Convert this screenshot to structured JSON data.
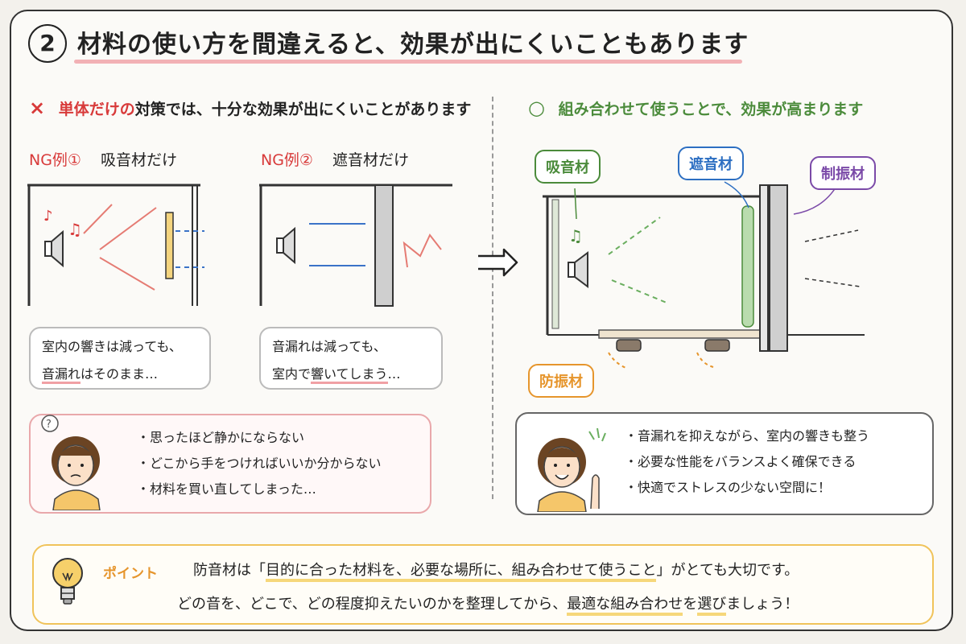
{
  "header": {
    "number": "2",
    "title": "材料の使い方を間違えると、効果が出にくいこともあります"
  },
  "left": {
    "heading_mark": "×",
    "heading_highlight": "単体だけの",
    "heading_rest": "対策では、十分な効果が出にくいことがあります",
    "ex1": {
      "label": "NG例①",
      "name": "吸音材だけ",
      "bubble_line1": "室内の響きは減っても、",
      "bubble_line2_hl": "音漏れ",
      "bubble_line2_rest": "はそのまま…"
    },
    "ex2": {
      "label": "NG例②",
      "name": "遮音材だけ",
      "bubble_line1": "音漏れは減っても、",
      "bubble_line2_pre": "室内で",
      "bubble_line2_hl": "響いてしまう",
      "bubble_line2_post": "…"
    },
    "problems": [
      "・思ったほど静かにならない",
      "・どこから手をつければいいか分からない",
      "・材料を買い直してしまった…"
    ]
  },
  "right": {
    "heading_mark": "○",
    "heading_text": "組み合わせて使うことで、効果が高まります",
    "labels": {
      "absorb": "吸音材",
      "insulate": "遮音材",
      "damping": "制振材",
      "isolation": "防振材"
    },
    "benefits": [
      "・音漏れを抑えながら、室内の響きも整う",
      "・必要な性能をバランスよく確保できる",
      "・快適でストレスの少ない空間に！"
    ]
  },
  "point": {
    "label": "ポイント",
    "line1_pre": "防音材は「",
    "line1_hl": "目的に合った材料を、必要な場所に、組み合わせて使うこと",
    "line1_post": "」がとても大切です。",
    "line2_pre": "どの音を、どこで、どの程度抑えたいのかを整理してから、",
    "line2_hl": "最適な組み合わせ",
    "line2_mid": "を",
    "line2_hl2": "選び",
    "line2_post": "ましょう！"
  },
  "colors": {
    "red": "#d83a3a",
    "green": "#4b8b3b",
    "blue": "#2d6fc2",
    "purple": "#7b4aa8",
    "orange": "#e6952c",
    "yellow_hl": "#f6d77a",
    "pink_hl": "#f2b1b5"
  }
}
